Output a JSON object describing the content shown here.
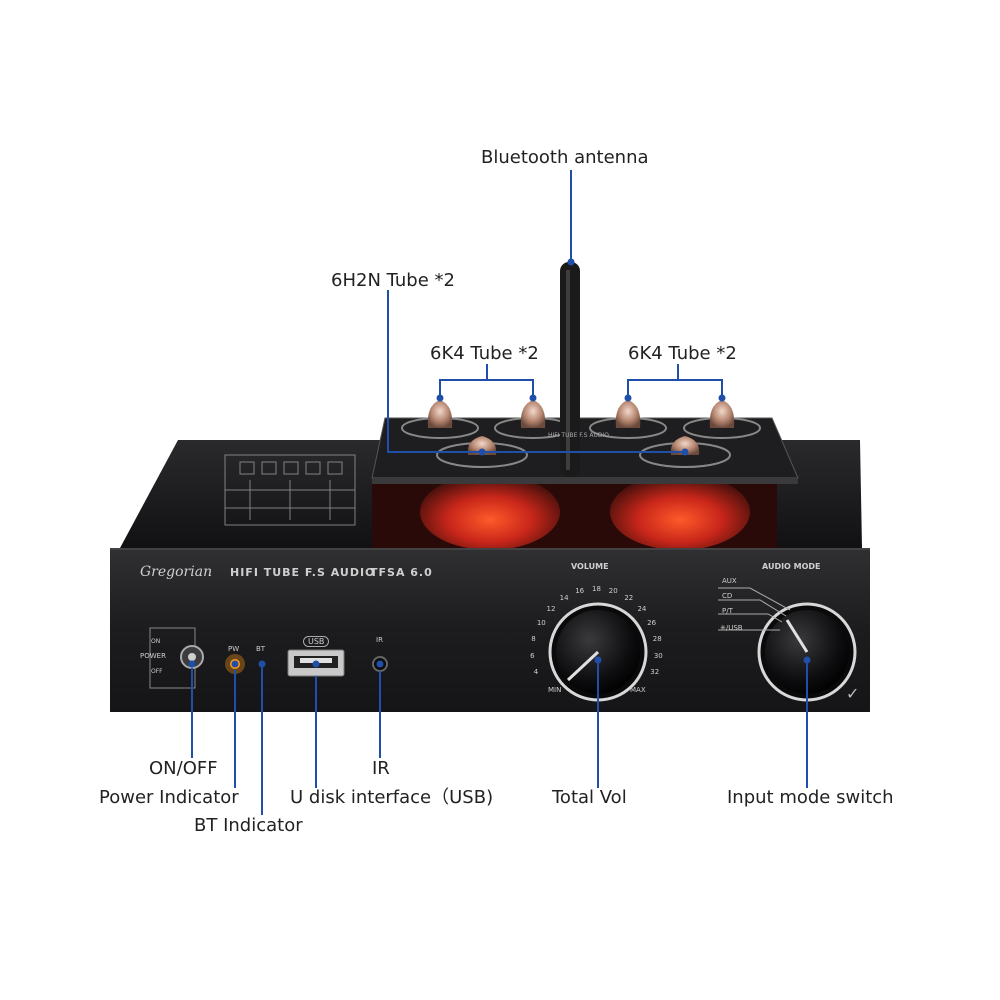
{
  "callouts": {
    "bluetooth_antenna": "Bluetooth antenna",
    "tube_6h2n": "6H2N Tube *2",
    "tube_6k4_left": "6K4 Tube *2",
    "tube_6k4_right": "6K4 Tube *2",
    "on_off": "ON/OFF",
    "power_indicator": "Power Indicator",
    "bt_indicator": "BT Indicator",
    "usb_interface": "U disk interface（USB)",
    "ir": "IR",
    "total_vol": "Total Vol",
    "input_mode_switch": "Input mode switch"
  },
  "panel": {
    "brand": "Gregorian",
    "model_line": "HIFI TUBE F.S AUDIO",
    "model_code": "TFSA 6.0",
    "volume_label": "VOLUME",
    "volume_scale": [
      "4",
      "6",
      "8",
      "10",
      "12",
      "14",
      "16",
      "18",
      "20",
      "22",
      "24",
      "26",
      "28",
      "30",
      "32"
    ],
    "volume_min": "MIN",
    "volume_max": "MAX",
    "audio_mode_label": "AUDIO MODE",
    "audio_modes": [
      "AUX",
      "CD",
      "P/T",
      "✳/USB"
    ],
    "power_label": "POWER",
    "power_on": "ON",
    "power_off": "OFF",
    "pw_label": "PW",
    "bt_label": "BT",
    "usb_label": "USB",
    "ir_label": "IR",
    "top_plate_text": "HIFI TUBE F.S AUDIO"
  },
  "colors": {
    "leader_line": "#1f4fa8",
    "chassis": "#1b1b1d",
    "tube_glow": "#e0331b",
    "power_led": "#ff9a1a"
  }
}
